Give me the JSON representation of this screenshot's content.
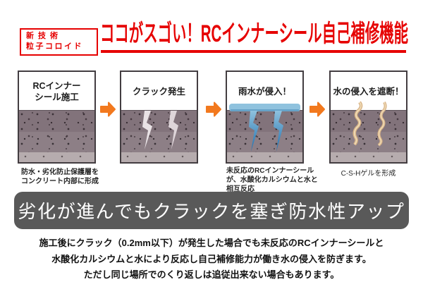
{
  "badge": {
    "line1": "新技術",
    "line2": "粒子コロイド"
  },
  "title": "ココがスゴい！RCインナーシール自己補修機能",
  "steps": [
    {
      "label": "RCインナー\nシール施工",
      "caption": "防水・劣化防止保護層を\nコンクリート内部に形成"
    },
    {
      "label": "クラック発生",
      "caption": ""
    },
    {
      "label": "雨水が侵入！",
      "caption": "未反応のRCインナーシール\nが、水酸化カルシウムと水と\n相互反応"
    },
    {
      "label": "水の侵入を遮断！",
      "caption": "C-S-Hゲルを形成"
    }
  ],
  "banner": "劣化が進んでもクラックを塞ぎ防水性アップ",
  "footer": {
    "lines": [
      "施工後にクラック（0.2mm以下）が発生した場合でも未反応のRCインナーシールと",
      "水酸化カルシウムと水により反応し自己補修能力が働き水の侵入を防ぎます。",
      "ただし同じ場所でのくり返しは追従出来ない場合もあります。"
    ]
  },
  "colors": {
    "accent_red": "#e60000",
    "arrow_orange": "#f2791e",
    "banner_gray": "#595959",
    "concrete_mauve": "#8d7f86",
    "concrete_band": "#b6acae",
    "water_blue": "#8fc2de",
    "water_deep_blue": "#2873ad",
    "gel_tan": "#d9b488"
  }
}
